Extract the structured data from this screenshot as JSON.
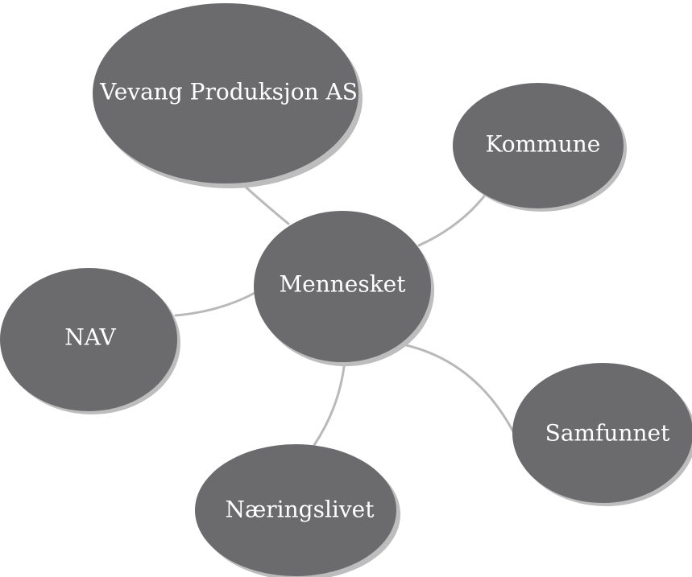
{
  "diagram": {
    "center": {
      "label": "Mennesket"
    },
    "nodes": [
      {
        "label": "Vevang Produksjon AS"
      },
      {
        "label": "Kommune"
      },
      {
        "label": "NAV"
      },
      {
        "label": "Samfunnet"
      },
      {
        "label": "Næringslivet"
      }
    ]
  }
}
